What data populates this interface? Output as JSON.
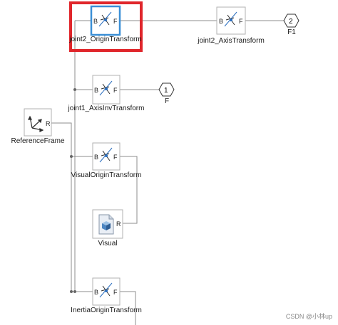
{
  "blocks": {
    "joint2_origin": {
      "label": "joint2_OriginTransform",
      "in_port": "B",
      "out_port": "F"
    },
    "joint2_axis": {
      "label": "joint2_AxisTransform",
      "in_port": "B",
      "out_port": "F"
    },
    "joint1_axisinv": {
      "label": "joint1_AxisInvTransform",
      "in_port": "B",
      "out_port": "F"
    },
    "reference_frame": {
      "label": "ReferenceFrame",
      "port": "R"
    },
    "visual_origin": {
      "label": "VisualOriginTransform",
      "in_port": "B",
      "out_port": "F"
    },
    "visual": {
      "label": "Visual",
      "port": "R"
    },
    "inertia_origin": {
      "label": "InertiaOriginTransform",
      "in_port": "B",
      "out_port": "F"
    }
  },
  "outports": {
    "f1": {
      "number": "2",
      "label": "F1"
    },
    "f": {
      "number": "1",
      "label": "F"
    }
  },
  "highlight_color": "#e0262b",
  "selection_color": "#3b8fd6",
  "watermark": "CSDN @小林up"
}
